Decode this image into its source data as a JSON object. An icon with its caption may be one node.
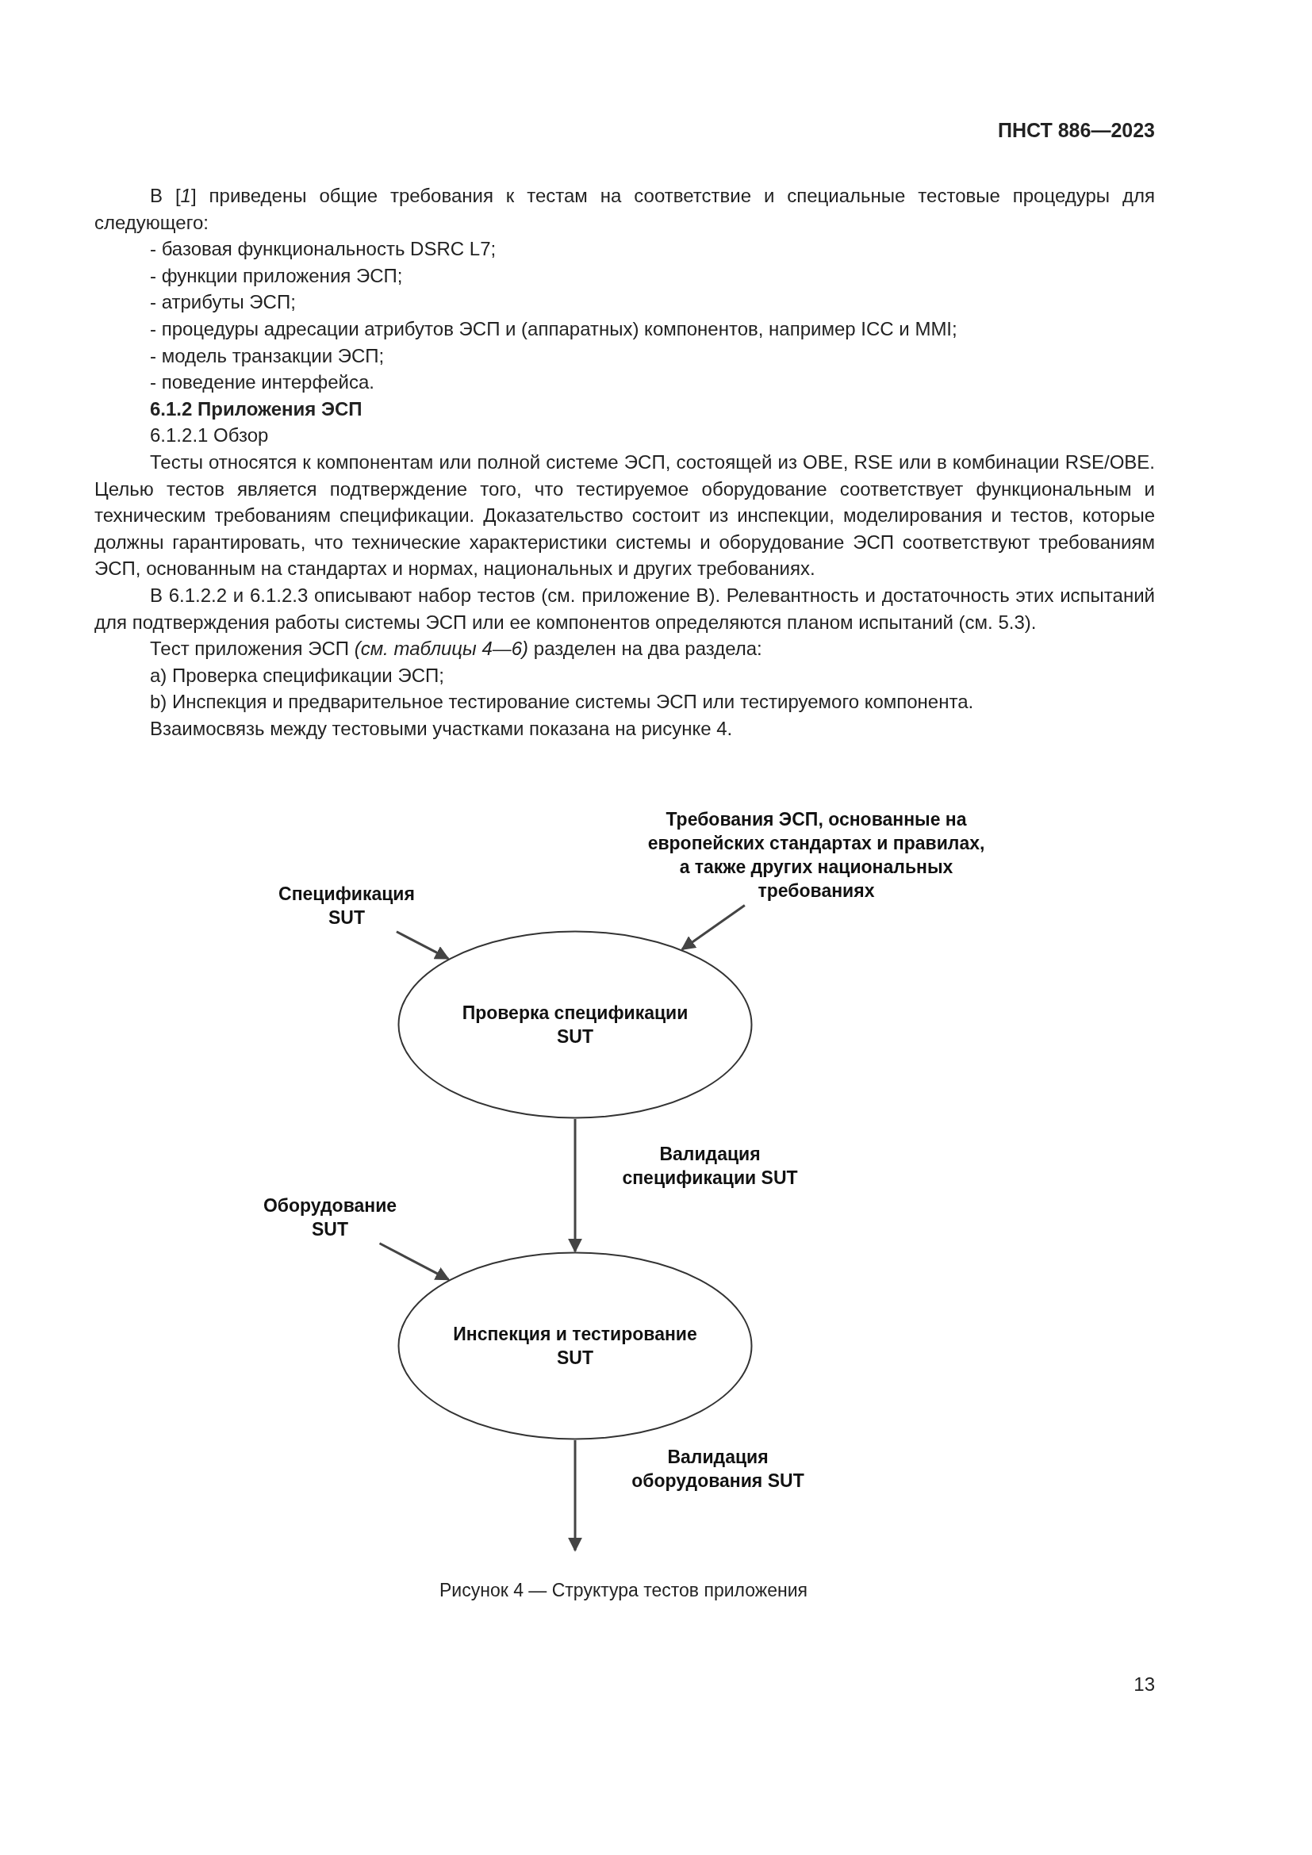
{
  "diagram": {
    "caption": "Рисунок 4 — Структура тестов приложения",
    "nodes": [
      {
        "text": [
          "Спецификация SUT"
        ]
      },
      {
        "text": [
          "Требования ЭСП, основанные на европейских стандартах и правилах, а также других национальных требованиях"
        ]
      },
      {
        "text": [
          "Проверка спецификации SUT"
        ]
      },
      {
        "text": [
          "Оборудование SUT"
        ]
      },
      {
        "text": [
          "Инспекция и тестирование SUT"
        ]
      }
    ],
    "edges": [
      {
        "from": 0,
        "to": 2,
        "arrow": "to"
      },
      {
        "from": 1,
        "to": 2,
        "arrow": "to"
      },
      {
        "from": 2,
        "to": 4,
        "arrow": "to",
        "label": "Валидация спецификации SUT"
      },
      {
        "from": 3,
        "to": 4,
        "arrow": "to"
      },
      {
        "from": 4,
        "to": null,
        "arrow": "to",
        "label": "Валидация оборудования SUT"
      }
    ],
    "labels": [
      "ПНСТ 886—2023",
      "В [*1*] приведены общие требования к тестам на соответствие и специальные тестовые процедуры для следующего:",
      "- базовая функциональность DSRC L7;",
      "- функции приложения ЭСП;",
      "- атрибуты ЭСП;",
      "- процедуры адресации атрибутов ЭСП и (аппаратных) компонентов, например ICC и MMI;",
      "- модель транзакции ЭСП;",
      "- поведение интерфейса.",
      "6.1.2 Приложения ЭСП",
      "6.1.2.1 Обзор",
      "Тесты относятся к компонентам или полной системе ЭСП, состоящей из OBE, RSE или в комбинации RSE/OBE. Целью тестов является подтверждение того, что тестируемое оборудование соответствует функциональным и техническим требованиям спецификации. Доказательство состоит из инспекции, моделирования и тестов, которые должны гарантировать, что технические характеристики системы и оборудование ЭСП соответствуют требованиям ЭСП, основанным на стандартах и нормах, национальных и других требованиях.",
      "В 6.1.2.2 и 6.1.2.3 описывают набор тестов (см. приложение В). Релевантность и достаточность этих испытаний для подтверждения работы системы ЭСП или ее компонентов определяются планом испытаний (см. 5.3).",
      "Тест приложения ЭСП *(см. таблицы 4—6)* разделен на два раздела:",
      "а) Проверка спецификации ЭСП;",
      "b) Инспекция и предварительное тестирование системы ЭСП или тестируемого компонента.",
      "Взаимосвязь между тестовыми участками показана на рисунке 4.",
      "13"
    ]
  }
}
